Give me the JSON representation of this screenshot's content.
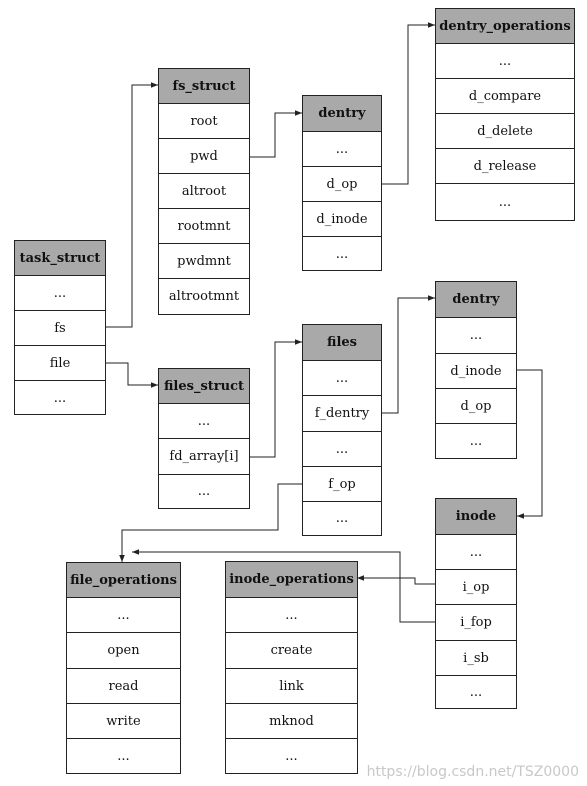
{
  "structs": [
    {
      "id": "task_struct",
      "name": "task_struct",
      "fields": [
        "...",
        "fs",
        "file",
        "..."
      ]
    },
    {
      "id": "fs_struct",
      "name": "fs_struct",
      "fields": [
        "root",
        "pwd",
        "altroot",
        "rootmnt",
        "pwdmnt",
        "altrootmnt"
      ]
    },
    {
      "id": "dentry_top",
      "name": "dentry",
      "fields": [
        "...",
        "d_op",
        "d_inode",
        "..."
      ]
    },
    {
      "id": "dentry_operations",
      "name": "dentry_operations",
      "fields": [
        "...",
        "d_compare",
        "d_delete",
        "d_release",
        "..."
      ]
    },
    {
      "id": "files_struct",
      "name": "files_struct",
      "fields": [
        "...",
        "fd_array[i]",
        "..."
      ]
    },
    {
      "id": "files",
      "name": "files",
      "fields": [
        "...",
        "f_dentry",
        "...",
        "f_op",
        "..."
      ]
    },
    {
      "id": "dentry_mid",
      "name": "dentry",
      "fields": [
        "...",
        "d_inode",
        "d_op",
        "..."
      ]
    },
    {
      "id": "inode",
      "name": "inode",
      "fields": [
        "...",
        "i_op",
        "i_fop",
        "i_sb",
        "..."
      ]
    },
    {
      "id": "file_operations",
      "name": "file_operations",
      "fields": [
        "...",
        "open",
        "read",
        "write",
        "..."
      ]
    },
    {
      "id": "inode_operations",
      "name": "inode_operations",
      "fields": [
        "...",
        "create",
        "link",
        "mknod",
        "..."
      ]
    }
  ],
  "links": [
    {
      "from": "task_struct.fs",
      "to": "fs_struct"
    },
    {
      "from": "task_struct.file",
      "to": "files_struct"
    },
    {
      "from": "fs_struct.pwd",
      "to": "dentry_top"
    },
    {
      "from": "dentry_top.d_op",
      "to": "dentry_operations"
    },
    {
      "from": "files_struct.fd_array[i]",
      "to": "files"
    },
    {
      "from": "files.f_dentry",
      "to": "dentry_mid"
    },
    {
      "from": "files.f_op",
      "to": "file_operations"
    },
    {
      "from": "dentry_mid.d_inode",
      "to": "inode"
    },
    {
      "from": "inode.i_op",
      "to": "inode_operations"
    },
    {
      "from": "inode.i_fop",
      "to": "file_operations"
    }
  ],
  "watermark": "https://blog.csdn.net/TSZ0000"
}
